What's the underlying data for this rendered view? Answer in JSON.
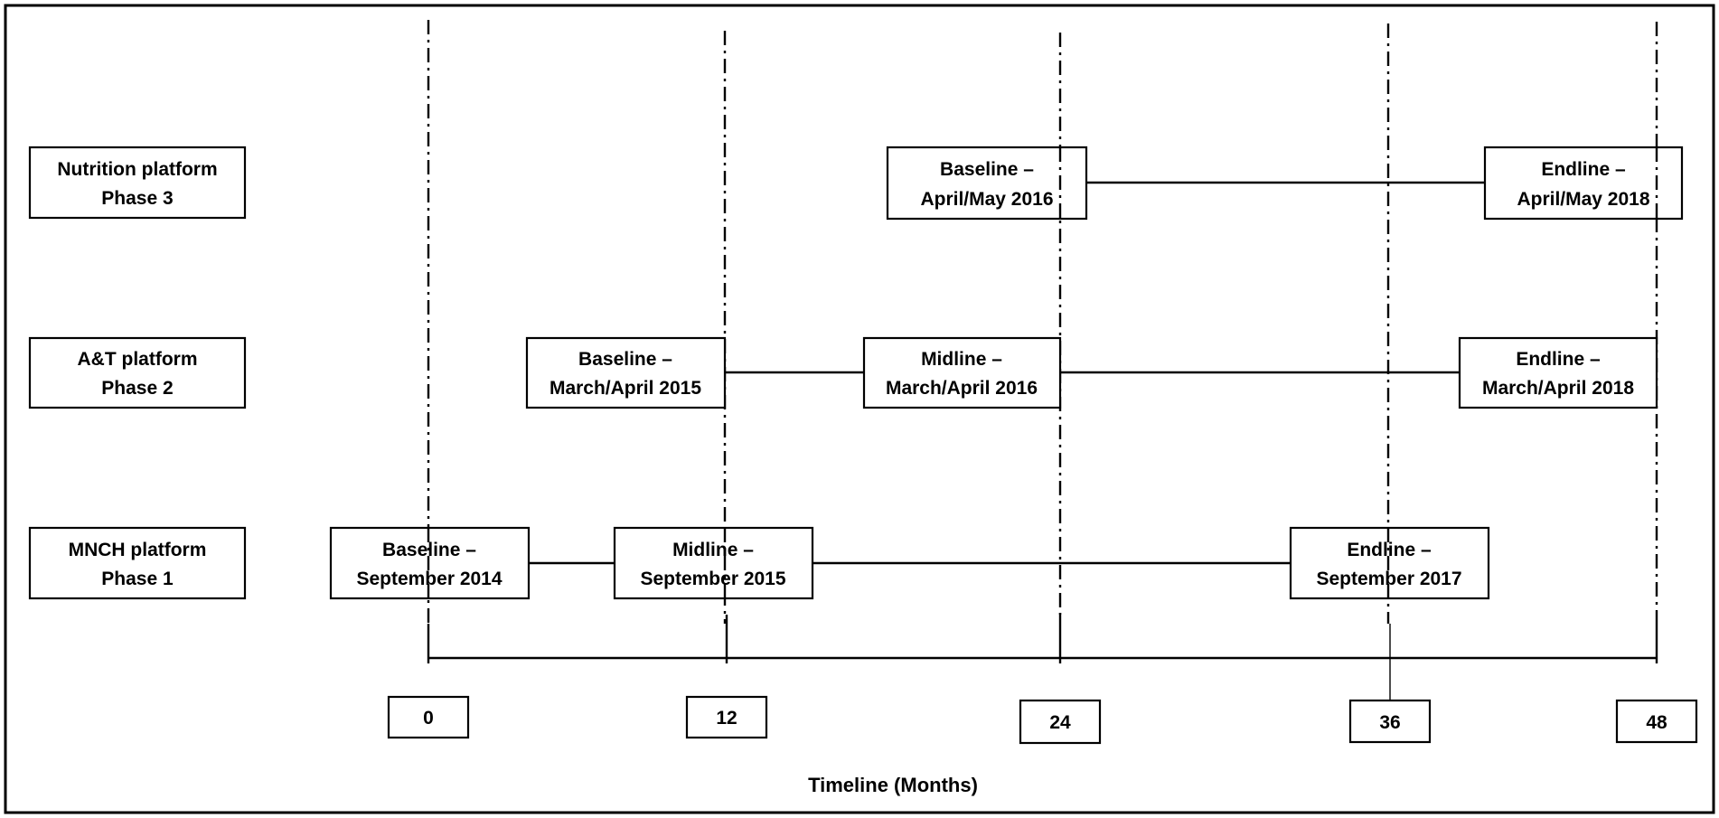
{
  "platforms": [
    {
      "line1": "Nutrition platform",
      "line2": "Phase 3"
    },
    {
      "line1": "A&T platform",
      "line2": "Phase 2"
    },
    {
      "line1": "MNCH platform",
      "line2": "Phase 1"
    }
  ],
  "surveys": {
    "nutrition_baseline": {
      "line1": "Baseline –",
      "line2": "April/May 2016"
    },
    "nutrition_endline": {
      "line1": "Endline –",
      "line2": "April/May 2018"
    },
    "at_baseline": {
      "line1": "Baseline –",
      "line2": "March/April 2015"
    },
    "at_midline": {
      "line1": "Midline –",
      "line2": "March/April 2016"
    },
    "at_endline": {
      "line1": "Endline –",
      "line2": "March/April 2018"
    },
    "mnch_baseline": {
      "line1": "Baseline –",
      "line2": "September 2014"
    },
    "mnch_midline": {
      "line1": "Midline –",
      "line2": "September 2015"
    },
    "mnch_endline": {
      "line1": "Endline –",
      "line2": "September 2017"
    }
  },
  "timeline": {
    "ticks": [
      "0",
      "12",
      "24",
      "36",
      "48"
    ],
    "axis_label": "Timeline (Months)"
  }
}
